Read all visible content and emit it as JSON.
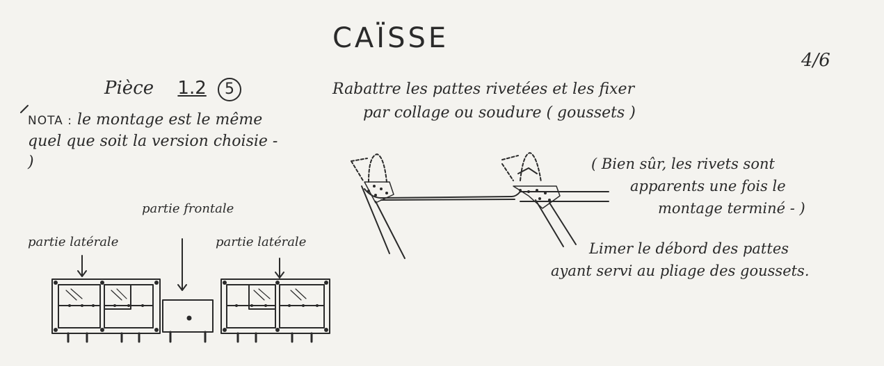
{
  "title": "CAÏSSE",
  "page_number": "4/6",
  "piece": {
    "label": "Pièce",
    "number": "1.2",
    "circled": "5"
  },
  "nota": {
    "label": "NOTA :",
    "text": "le montage est le même quel que soit la version choisie - )"
  },
  "instruction_1": {
    "line1": "Rabattre les pattes rivetées et les fixer",
    "line2": "par collage ou soudure ( goussets )"
  },
  "remark": {
    "line1": "( Bien sûr, les rivets sont",
    "line2": "apparents une fois le",
    "line3": "montage terminé - )"
  },
  "instruction_2": {
    "line1": "Limer le débord des pattes",
    "line2": "ayant servi au pliage des goussets."
  },
  "labels": {
    "front": "partie frontale",
    "side_left": "partie latérale",
    "side_right": "partie latérale"
  }
}
